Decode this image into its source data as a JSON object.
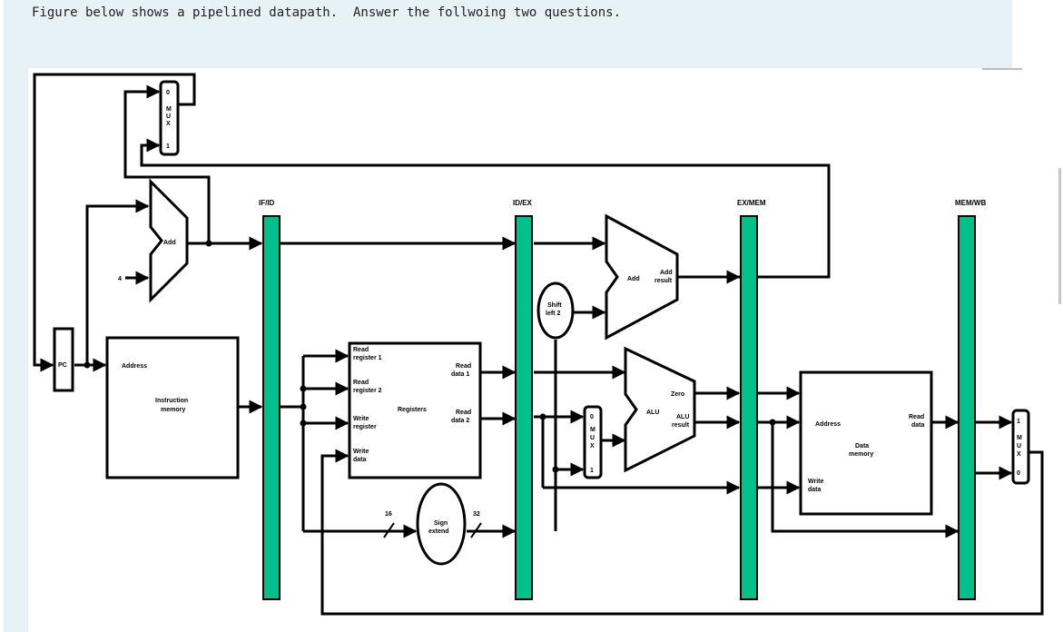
{
  "question": {
    "text": "Figure below shows a pipelined datapath.  Answer the follwoing two questions."
  },
  "diagram": {
    "registers": {
      "if_id": "IF/ID",
      "id_ex": "ID/EX",
      "ex_mem": "EX/MEM",
      "mem_wb": "MEM/WB"
    },
    "pc": "PC",
    "const_four": "4",
    "pc_add": "Add",
    "top_mux": {
      "in0": "0",
      "m": "M",
      "u": "U",
      "x": "X",
      "in1": "1"
    },
    "instruction_memory": {
      "address": "Address",
      "line1": "Instruction",
      "line2": "memory"
    },
    "register_file": {
      "rr1_l1": "Read",
      "rr1_l2": "register 1",
      "rr2_l1": "Read",
      "rr2_l2": "register 2",
      "wr_l1": "Write",
      "wr_l2": "register",
      "wd_l1": "Write",
      "wd_l2": "data",
      "title": "Registers",
      "rd1_l1": "Read",
      "rd1_l2": "data 1",
      "rd2_l1": "Read",
      "rd2_l2": "data 2"
    },
    "sign_extend": {
      "line1": "Sign",
      "line2": "extend",
      "in_bits": "16",
      "out_bits": "32"
    },
    "shift": {
      "line1": "Shift",
      "line2": "left 2"
    },
    "branch_adder": {
      "label": "Add",
      "result_l1": "Add",
      "result_l2": "result"
    },
    "alu_mux": {
      "in0": "0",
      "m": "M",
      "u": "U",
      "x": "X",
      "in1": "1"
    },
    "alu": {
      "label": "ALU",
      "zero": "Zero",
      "result_l1": "ALU",
      "result_l2": "result"
    },
    "data_memory": {
      "address": "Address",
      "read_l1": "Read",
      "read_l2": "data",
      "line1": "Data",
      "line2": "memory",
      "write_l1": "Write",
      "write_l2": "data"
    },
    "wb_mux": {
      "in1": "1",
      "m": "M",
      "u": "U",
      "x": "X",
      "in0": "0"
    },
    "colors": {
      "pipeline_register": "#00c08b",
      "wire": "#000000"
    }
  }
}
